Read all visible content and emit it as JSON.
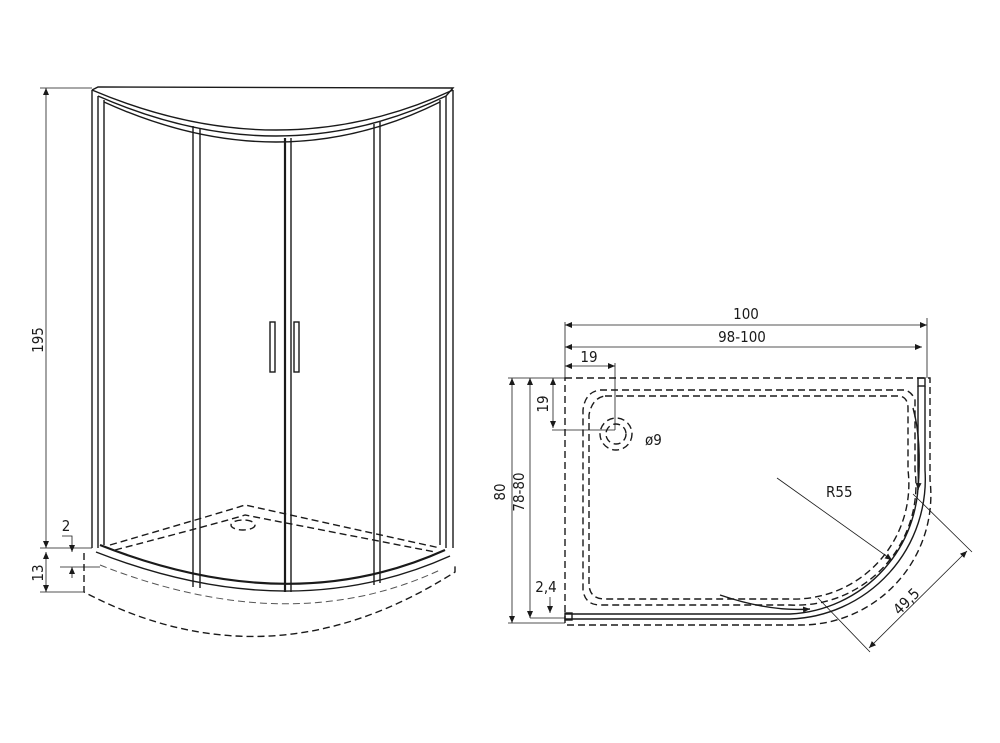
{
  "elevation_view": {
    "height_total": "195",
    "tray_offset": "2",
    "tray_height": "13"
  },
  "plan_view": {
    "width_total": "100",
    "width_adjust": "98-100",
    "drain_offset_x": "19",
    "drain_offset_y": "19",
    "drain_diameter": "ø9",
    "radius": "R55",
    "depth_total": "80",
    "depth_adjust": "78-80",
    "profile_width": "2,4",
    "door_opening": "49,5"
  }
}
